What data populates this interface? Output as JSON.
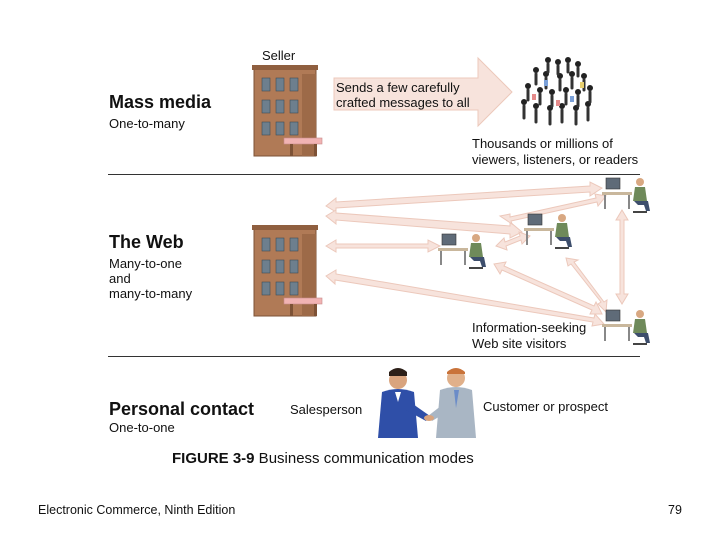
{
  "sections": {
    "mass_media": {
      "title": "Mass media",
      "subtitle": "One-to-many",
      "seller": "Seller",
      "message_line1": "Sends a few carefully",
      "message_line2": "crafted messages to all",
      "audience_line1": "Thousands or millions of",
      "audience_line2": "viewers, listeners, or readers"
    },
    "web": {
      "title": "The Web",
      "subtitle_line1": "Many-to-one",
      "subtitle_line2": "and",
      "subtitle_line3": "many-to-many",
      "visitors_line1": "Information-seeking",
      "visitors_line2": "Web site visitors"
    },
    "personal": {
      "title": "Personal contact",
      "subtitle": "One-to-one",
      "salesperson": "Salesperson",
      "customer": "Customer or prospect"
    }
  },
  "caption": {
    "label": "FIGURE 3-9",
    "text": " Business communication modes"
  },
  "footer": {
    "book": "Electronic Commerce, Ninth Edition",
    "page": "79"
  },
  "colors": {
    "arrow_fill": "#f7e3dc",
    "arrow_stroke": "#ecc8bb",
    "building": "#b07a56",
    "building_dark": "#7d5236",
    "window": "#6d7f8e",
    "awning": "#f1b3b3"
  }
}
